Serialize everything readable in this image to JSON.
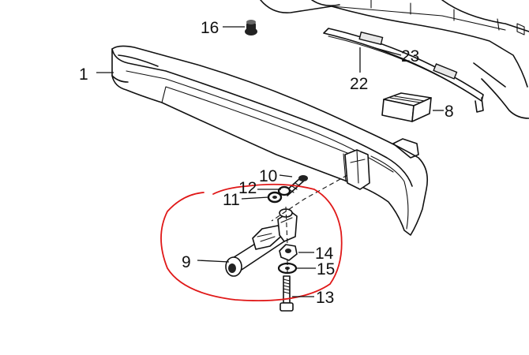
{
  "callouts": {
    "c1": "1",
    "c8": "8",
    "c9": "9",
    "c10": "10",
    "c11": "11",
    "c12": "12",
    "c13": "13",
    "c14": "14",
    "c15": "15",
    "c16": "16",
    "c22": "22",
    "c23": "23"
  },
  "annotation_color": "#e01818",
  "line_color": "#111111"
}
